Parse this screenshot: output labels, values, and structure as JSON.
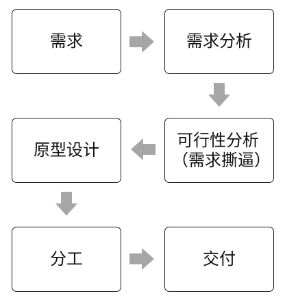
{
  "diagram": {
    "nodes": [
      {
        "id": "requirements",
        "label": "需求"
      },
      {
        "id": "requirements-analysis",
        "label": "需求分析"
      },
      {
        "id": "feasibility-analysis",
        "label_line1": "可行性分析",
        "label_line2": "（需求撕逼）"
      },
      {
        "id": "prototype-design",
        "label": "原型设计"
      },
      {
        "id": "division-of-labor",
        "label": "分工"
      },
      {
        "id": "delivery",
        "label": "交付"
      }
    ],
    "edges": [
      {
        "from": "requirements",
        "to": "requirements-analysis",
        "direction": "right"
      },
      {
        "from": "requirements-analysis",
        "to": "feasibility-analysis",
        "direction": "down"
      },
      {
        "from": "feasibility-analysis",
        "to": "prototype-design",
        "direction": "left"
      },
      {
        "from": "prototype-design",
        "to": "division-of-labor",
        "direction": "down"
      },
      {
        "from": "division-of-labor",
        "to": "delivery",
        "direction": "right"
      }
    ],
    "colors": {
      "box_border": "#1a1a1a",
      "box_fill": "#ffffff",
      "arrow_fill": "#a6a6a6",
      "text": "#111111"
    }
  }
}
